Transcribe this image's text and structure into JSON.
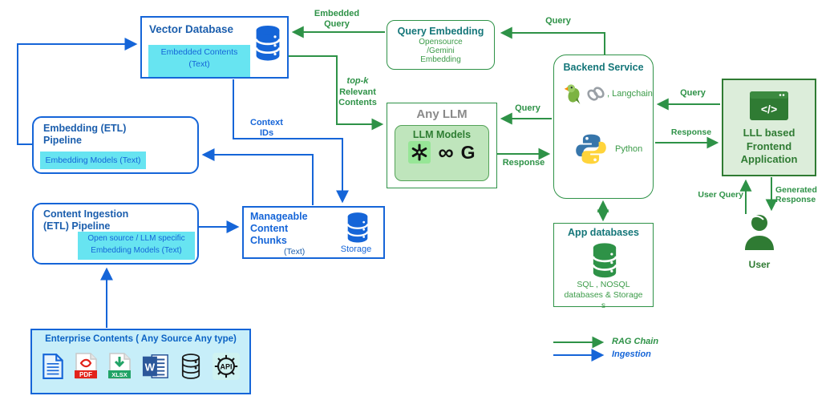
{
  "colors": {
    "ingestion_blue": "#1565D8",
    "rag_green": "#2E9247",
    "teal_heading": "#147679",
    "dark_blue_heading": "#1B5EAD",
    "dark_green_heading": "#2F7B33",
    "cyan_highlight": "#67E4F1",
    "gray_heading": "#8A8A8A"
  },
  "nodes": {
    "vector_database": {
      "title": "Vector Database",
      "sub": "Embedded Contents\n(Text)"
    },
    "query_embedding": {
      "title": "Query Embedding",
      "sub": "Opensource\n/Gemini\nEmbedding"
    },
    "backend_service": {
      "title": "Backend Service",
      "langchain_label": ", Langchain",
      "python_label": "Python"
    },
    "any_llm": {
      "title": "Any LLM",
      "models_title": "LLM Models",
      "google_letter": "G"
    },
    "frontend_app": {
      "title": "LLL based\nFrontend\nApplication",
      "code_glyph": "</>"
    },
    "embedding_pipeline": {
      "title": "Embedding (ETL)\nPipeline",
      "sub": "Embedding Models (Text)"
    },
    "content_ingestion": {
      "title": "Content Ingestion\n(ETL) Pipeline",
      "sub": "Open source / LLM specific\nEmbedding Models (Text)"
    },
    "content_chunks": {
      "title": "Manageable\nContent\nChunks",
      "sub": "(Text)",
      "storage_label": "Storage"
    },
    "app_databases": {
      "title": "App databases",
      "sub": "SQL , NOSQL\ndatabases & Storage\ns"
    },
    "enterprise_contents": {
      "title": "Enterprise Contents ( Any Source Any type)",
      "pdf_label": "PDF",
      "xlsx_label": "XLSX",
      "word_label": "W",
      "api_label": "API"
    },
    "user": {
      "label": "User"
    }
  },
  "edges": {
    "embedded_query": "Embedded\nQuery",
    "query_backend_to_embedding": "Query",
    "top_k": "top-k",
    "top_k_rest": "Relevant\nContents",
    "context_ids": "Context\nIDs",
    "query_backend_to_llm": "Query",
    "response_llm_to_backend": "Response",
    "query_frontend_to_backend": "Query",
    "response_backend_to_frontend": "Response",
    "user_query": "User Query",
    "generated_response": "Generated\nResponse"
  },
  "legend": {
    "rag_chain": "RAG Chain",
    "ingestion": "Ingestion"
  }
}
